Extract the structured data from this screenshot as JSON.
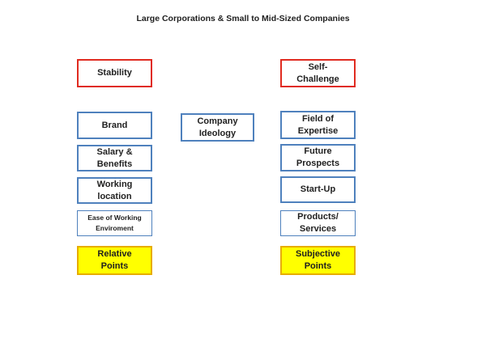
{
  "title": "Large Corporations & Small to Mid-Sized Companies",
  "colors": {
    "red_border": "#e02b20",
    "blue_border": "#4f81bd",
    "yellow_fill": "#ffff00",
    "yellow_border": "#e7ad00"
  },
  "left_column": {
    "header": {
      "label": "Stability"
    },
    "items": [
      {
        "label": "Brand"
      },
      {
        "label": "Salary &\nBenefits"
      },
      {
        "label": "Working\nlocation"
      },
      {
        "label": "Ease of Working\nEnviroment"
      }
    ],
    "footer": {
      "label": "Relative\nPoints"
    }
  },
  "center": {
    "label": "Company\nIdeology"
  },
  "right_column": {
    "header": {
      "label": "Self-\nChallenge"
    },
    "items": [
      {
        "label": "Field of\nExpertise"
      },
      {
        "label": "Future\nProspects"
      },
      {
        "label": "Start-Up"
      },
      {
        "label": "Products/\nServices"
      }
    ],
    "footer": {
      "label": "Subjective\nPoints"
    }
  }
}
